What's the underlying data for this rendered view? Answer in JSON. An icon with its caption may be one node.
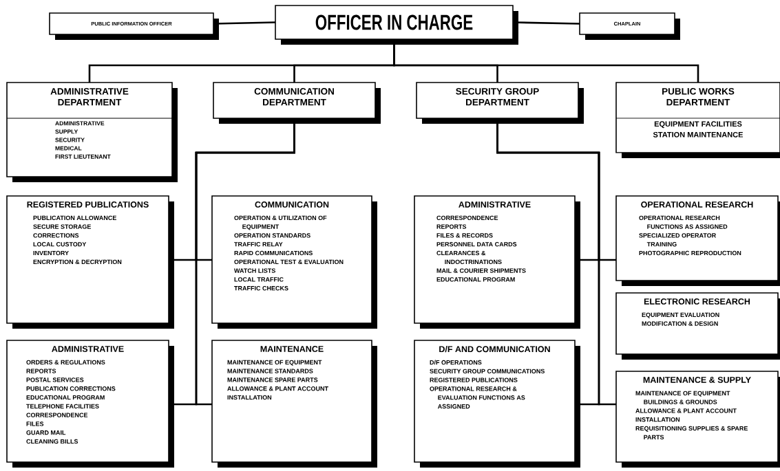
{
  "diagram": {
    "nodes": [
      {
        "text": [
          "PUBLIC INFORMATION OFFICER"
        ]
      },
      {
        "text": [
          "OFFICER IN CHARGE"
        ]
      },
      {
        "text": [
          "CHAPLAIN"
        ]
      },
      {
        "text": [
          "ADMINISTRATIVE DEPARTMENT",
          "ADMINISTRATIVE",
          "SUPPLY",
          "SECURITY",
          "MEDICAL",
          "FIRST LIEUTENANT"
        ]
      },
      {
        "text": [
          "COMMUNICATION DEPARTMENT"
        ]
      },
      {
        "text": [
          "SECURITY GROUP DEPARTMENT"
        ]
      },
      {
        "text": [
          "PUBLIC WORKS DEPARTMENT",
          "EQUIPMENT FACILITIES",
          "STATION MAINTENANCE"
        ]
      },
      {
        "text": [
          "REGISTERED PUBLICATIONS",
          "PUBLICATION ALLOWANCE",
          "SECURE STORAGE",
          "CORRECTIONS",
          "LOCAL CUSTODY",
          "INVENTORY",
          "ENCRYPTION & DECRYPTION"
        ]
      },
      {
        "text": [
          "COMMUNICATION",
          "OPERATION & UTILIZATION OF EQUIPMENT",
          "OPERATION STANDARDS",
          "TRAFFIC RELAY",
          "RAPID COMMUNICATIONS",
          "OPERATIONAL TEST & EVALUATION",
          "WATCH LISTS",
          "LOCAL TRAFFIC",
          "TRAFFIC CHECKS"
        ]
      },
      {
        "text": [
          "ADMINISTRATIVE",
          "CORRESPONDENCE",
          "REPORTS",
          "FILES & RECORDS",
          "PERSONNEL DATA CARDS",
          "CLEARANCES & INDOCTRINATIONS",
          "MAIL & COURIER SHIPMENTS",
          "EDUCATIONAL PROGRAM"
        ]
      },
      {
        "text": [
          "OPERATIONAL RESEARCH",
          "OPERATIONAL RESEARCH FUNCTIONS AS ASSIGNED",
          "SPECIALIZED OPERATOR TRAINING",
          "PHOTOGRAPHIC REPRODUCTION"
        ]
      },
      {
        "text": [
          "ELECTRONIC RESEARCH",
          "EQUIPMENT EVALUATION",
          "MODIFICATION & DESIGN"
        ]
      },
      {
        "text": [
          "ADMINISTRATIVE",
          "ORDERS & REGULATIONS",
          "REPORTS",
          "POSTAL SERVICES",
          "PUBLICATION CORRECTIONS",
          "EDUCATIONAL PROGRAM",
          "TELEPHONE FACILITIES",
          "CORRESPONDENCE",
          "FILES",
          "GUARD MAIL",
          "CLEANING BILLS"
        ]
      },
      {
        "text": [
          "MAINTENANCE",
          "MAINTENANCE OF EQUIPMENT",
          "MAINTENANCE STANDARDS",
          "MAINTENANCE SPARE PARTS",
          "ALLOWANCE & PLANT ACCOUNT",
          "INSTALLATION"
        ]
      },
      {
        "text": [
          "D/F AND COMMUNICATION",
          "D/F OPERATIONS",
          "SECURITY GROUP COMMUNICATIONS",
          "REGISTERED PUBLICATIONS",
          "OPERATIONAL RESEARCH & EVALUATION FUNCTIONS AS ASSIGNED"
        ]
      },
      {
        "text": [
          "MAINTENANCE & SUPPLY",
          "MAINTENANCE OF EQUIPMENT BUILDINGS & GROUNDS",
          "ALLOWANCE & PLANT ACCOUNT",
          "INSTALLATION",
          "REQUISITIONING SUPPLIES & SPARE PARTS"
        ]
      }
    ],
    "edges": [
      {
        "from": 1,
        "to": 0,
        "arrow": "none"
      },
      {
        "from": 1,
        "to": 2,
        "arrow": "none"
      },
      {
        "from": 1,
        "to": 3,
        "arrow": "none"
      },
      {
        "from": 1,
        "to": 4,
        "arrow": "none"
      },
      {
        "from": 1,
        "to": 5,
        "arrow": "none"
      },
      {
        "from": 1,
        "to": 6,
        "arrow": "none"
      },
      {
        "from": 4,
        "to": 7,
        "arrow": "none"
      },
      {
        "from": 4,
        "to": 8,
        "arrow": "none"
      },
      {
        "from": 4,
        "to": 12,
        "arrow": "none"
      },
      {
        "from": 4,
        "to": 13,
        "arrow": "none"
      },
      {
        "from": 5,
        "to": 9,
        "arrow": "none"
      },
      {
        "from": 5,
        "to": 10,
        "arrow": "none"
      },
      {
        "from": 5,
        "to": 14,
        "arrow": "none"
      },
      {
        "from": 5,
        "to": 15,
        "arrow": "none"
      }
    ]
  }
}
